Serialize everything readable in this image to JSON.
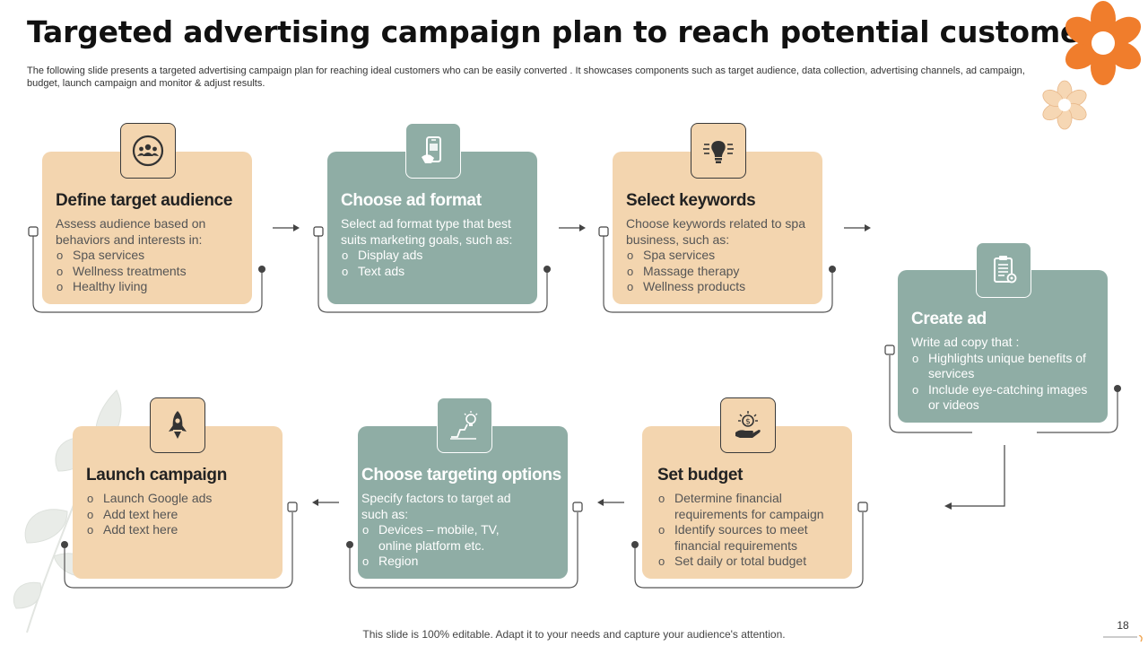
{
  "slide": {
    "title": "Targeted advertising campaign plan to reach potential customers",
    "subtitle": "The following slide presents a targeted advertising campaign plan for reaching ideal customers who can be easily converted .  It showcases components such as target audience, data collection, advertising channels, ad campaign, budget, launch campaign and monitor & adjust results.",
    "footer": "This slide is 100% editable. Adapt it to your needs and capture your audience's attention.",
    "page_number": "18"
  },
  "colors": {
    "tan": "#f3d5af",
    "sage": "#8fada5",
    "flower_orange": "#f07d2c",
    "flower_light": "#f6d7b4"
  },
  "steps": [
    {
      "title": "Define target audience",
      "description": "Assess audience based on behaviors and interests in:",
      "bullets": [
        "Spa services",
        "Wellness treatments",
        "Healthy living"
      ],
      "icon": "group-icon"
    },
    {
      "title": "Choose ad format",
      "description": "Select ad format type that best suits marketing goals, such as:",
      "bullets": [
        "Display ads",
        "Text ads"
      ],
      "icon": "mobile-ad-icon"
    },
    {
      "title": "Select keywords",
      "description": "Choose keywords related to spa business, such as:",
      "bullets": [
        "Spa services",
        "Massage therapy",
        "Wellness products"
      ],
      "icon": "lightbulb-icon"
    },
    {
      "title": "Create ad",
      "description": "Write ad copy that :",
      "bullets": [
        "Highlights unique benefits of services",
        "Include eye-catching images or videos"
      ],
      "icon": "clipboard-icon"
    },
    {
      "title": "Set budget",
      "description": "",
      "bullets": [
        "Determine financial requirements for campaign",
        "Identify sources to meet financial requirements",
        "Set daily or total budget"
      ],
      "icon": "money-hand-icon"
    },
    {
      "title": "Choose targeting options",
      "description": "Specify factors to target ad such as:",
      "bullets": [
        "Devices – mobile, TV, online platform etc.",
        "Region"
      ],
      "icon": "growth-idea-icon"
    },
    {
      "title": "Launch campaign",
      "description": "",
      "bullets": [
        "Launch Google ads",
        "Add text here",
        "Add text here"
      ],
      "icon": "rocket-icon"
    }
  ]
}
